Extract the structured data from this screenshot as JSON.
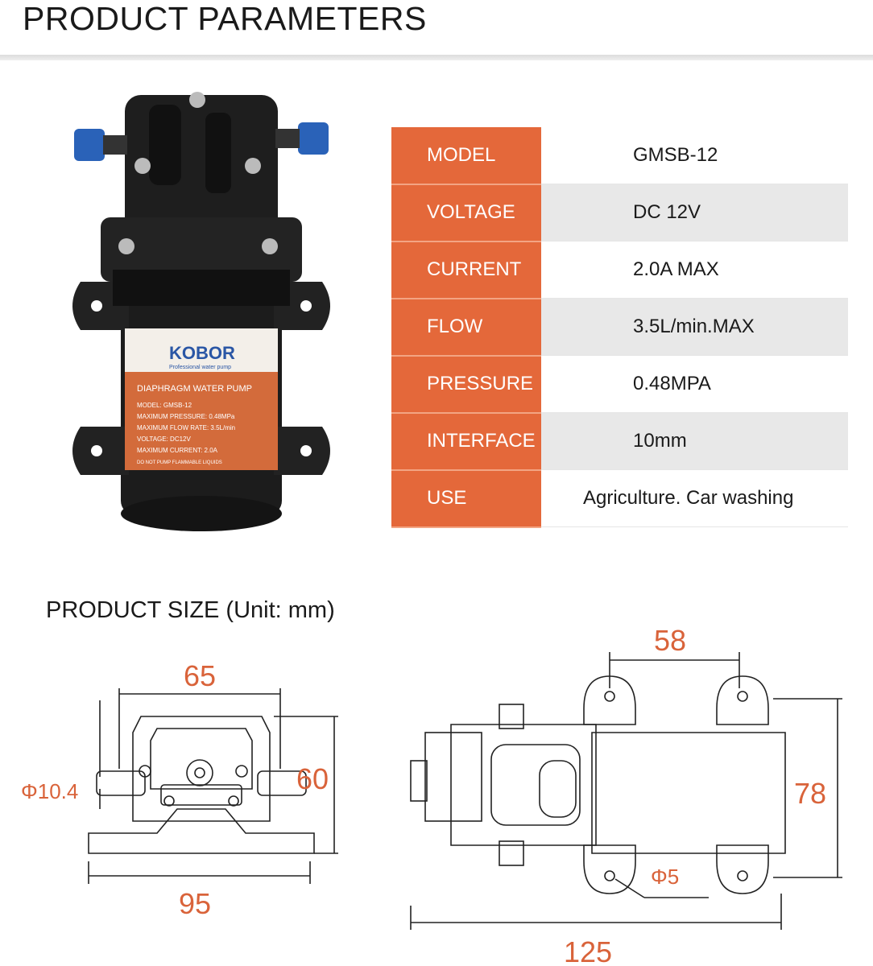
{
  "header": {
    "title": "PRODUCT PARAMETERS"
  },
  "photo": {
    "brand": "KOBOR",
    "tagline": "Professional water pump",
    "label_title": "DIAPHRAGM WATER PUMP",
    "label_lines": [
      "MODEL: GMSB-12",
      "MAXIMUM PRESSURE: 0.48MPa",
      "MAXIMUM FLOW RATE: 3.5L/min",
      "VOLTAGE: DC12V",
      "MAXIMUM CURRENT: 2.0A",
      "DO NOT PUMP FLAMMABLE LIQUIDS"
    ]
  },
  "specs": [
    {
      "key": "MODEL",
      "value": "GMSB-12"
    },
    {
      "key": "VOLTAGE",
      "value": "DC 12V"
    },
    {
      "key": "CURRENT",
      "value": "2.0A MAX"
    },
    {
      "key": "FLOW",
      "value": "3.5L/min.MAX"
    },
    {
      "key": "PRESSURE",
      "value": "0.48MPA"
    },
    {
      "key": "INTERFACE",
      "value": "10mm"
    },
    {
      "key": "USE",
      "value": "Agriculture. Car washing"
    }
  ],
  "size": {
    "heading": "PRODUCT SIZE (Unit: mm)",
    "front": {
      "width_top": "65",
      "height": "60",
      "inlet": "Φ10.4",
      "width_bottom": "95"
    },
    "side": {
      "hole_spacing": "58",
      "height": "78",
      "hole": "Φ5",
      "length": "125"
    }
  },
  "colors": {
    "accent": "#e4683a",
    "dimension_text": "#d9633a",
    "row_alt": "#e8e8e8"
  }
}
